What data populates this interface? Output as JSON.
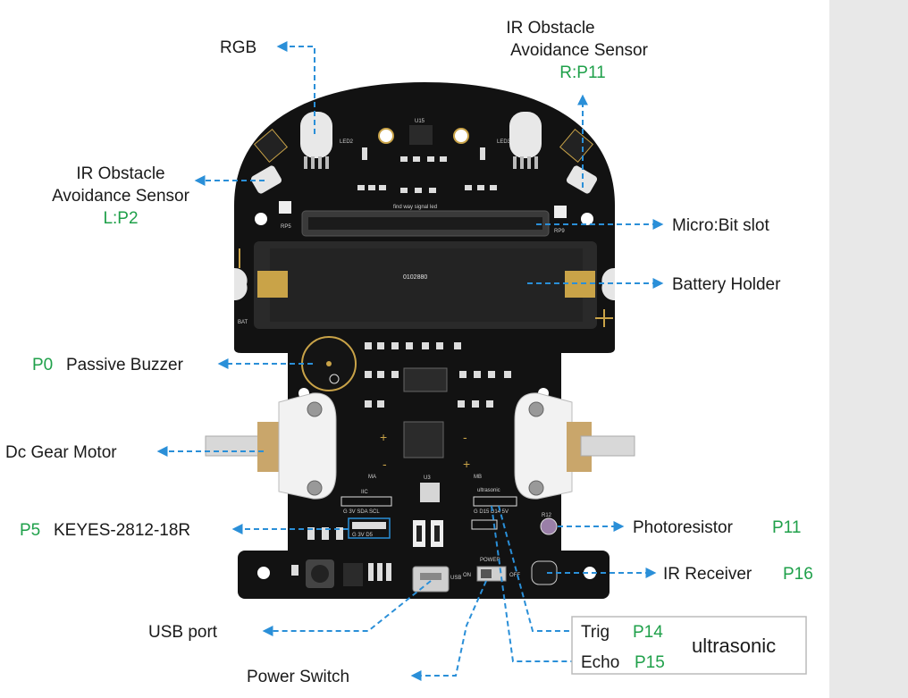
{
  "colors": {
    "board": "#121212",
    "arrow": "#2a8fd8",
    "pin_text": "#1fa04a",
    "label_text": "#1a1a1a",
    "background": "#f3f3f3",
    "side_panel": "#e8e8e8"
  },
  "labels": {
    "rgb": "RGB",
    "ir_right_l1": "IR Obstacle",
    "ir_right_l2": "Avoidance Sensor",
    "ir_right_pin": "R:P11",
    "ir_left_l1": "IR Obstacle",
    "ir_left_l2": "Avoidance Sensor",
    "ir_left_pin": "L:P2",
    "microbit_slot": "Micro:Bit slot",
    "battery_holder": "Battery Holder",
    "buzzer_pin": "P0",
    "buzzer_text": "Passive Buzzer",
    "dc_motor": "Dc Gear Motor",
    "keyes_pin": "P5",
    "keyes_text": "KEYES-2812-18R",
    "photoresistor_text": "Photoresistor",
    "photoresistor_pin": "P11",
    "ir_receiver_text": "IR Receiver",
    "ir_receiver_pin": "P16",
    "usb_port": "USB port",
    "power_switch": "Power Switch",
    "trig_text": "Trig",
    "trig_pin": "P14",
    "echo_text": "Echo",
    "echo_pin": "P15",
    "ultrasonic": "ultrasonic"
  },
  "silkscreen": {
    "u15": "U15",
    "led2": "LED2",
    "led3": "LED3",
    "find_way": "find way signal led",
    "rp5": "RP5",
    "rp9": "RP9",
    "battery_code": "0102880",
    "bat": "BAT",
    "ma": "MA",
    "mb": "MB",
    "iic": "IIC",
    "iic_pins": "G 3V SDA SCL",
    "rgb_pins": "G 3V D5",
    "ultra_header": "ultrasonic",
    "ultra_pins": "G D15 D14 5V",
    "r12": "R12",
    "power": "POWER",
    "on": "ON",
    "off": "OFF",
    "u3": "U3",
    "usb": "USB"
  }
}
